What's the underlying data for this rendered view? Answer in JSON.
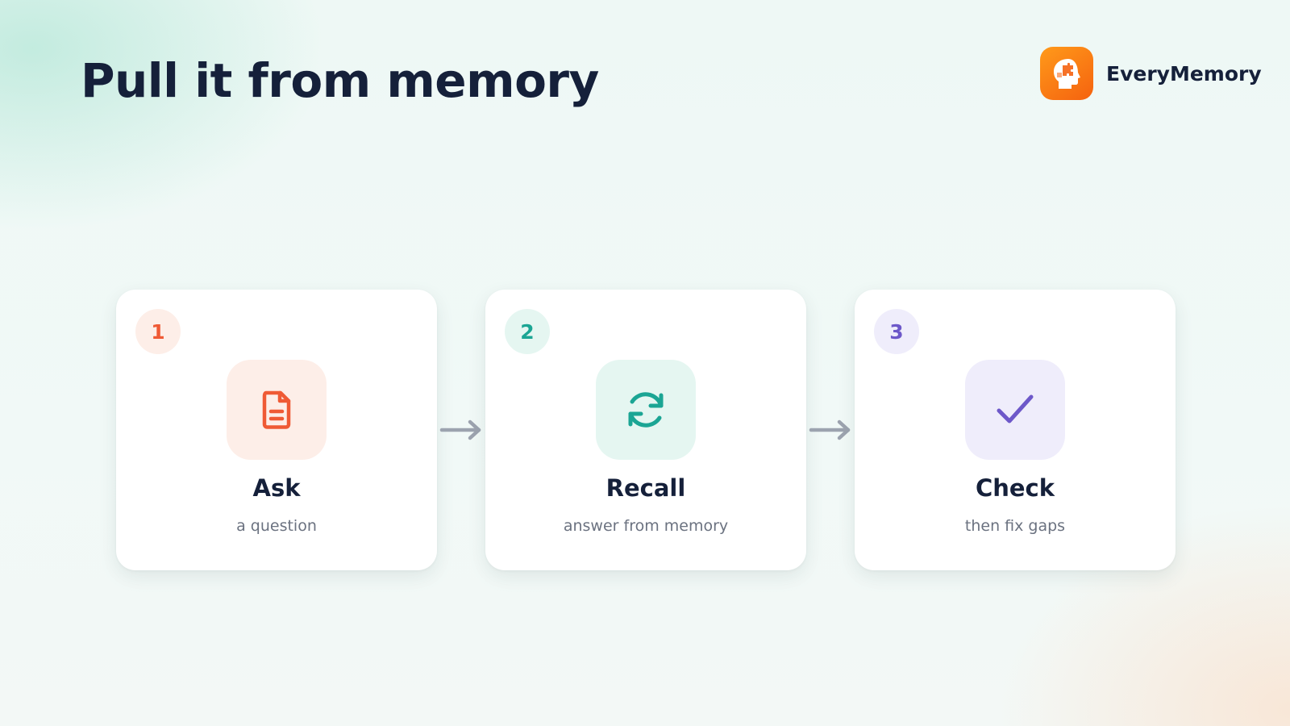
{
  "slide": {
    "title": "Pull it from memory"
  },
  "brand": {
    "name": "EveryMemory",
    "logo_icon": "head-puzzle-icon",
    "logo_colors": [
      "#ff9a1a",
      "#f5620f"
    ]
  },
  "steps": [
    {
      "number": "1",
      "title": "Ask",
      "subtitle": "a question",
      "icon": "document-icon",
      "accent": "#ef5a35",
      "tint": "#fdeee8"
    },
    {
      "number": "2",
      "title": "Recall",
      "subtitle": "answer from memory",
      "icon": "refresh-icon",
      "accent": "#1ba594",
      "tint": "#e5f6f1"
    },
    {
      "number": "3",
      "title": "Check",
      "subtitle": "then fix gaps",
      "icon": "checkmark-icon",
      "accent": "#6d58c9",
      "tint": "#efedfb"
    }
  ],
  "connector_icon": "arrow-right-icon",
  "colors": {
    "title_text": "#15203a",
    "subtitle_text": "#6b7280",
    "arrow": "#9ca3af"
  }
}
